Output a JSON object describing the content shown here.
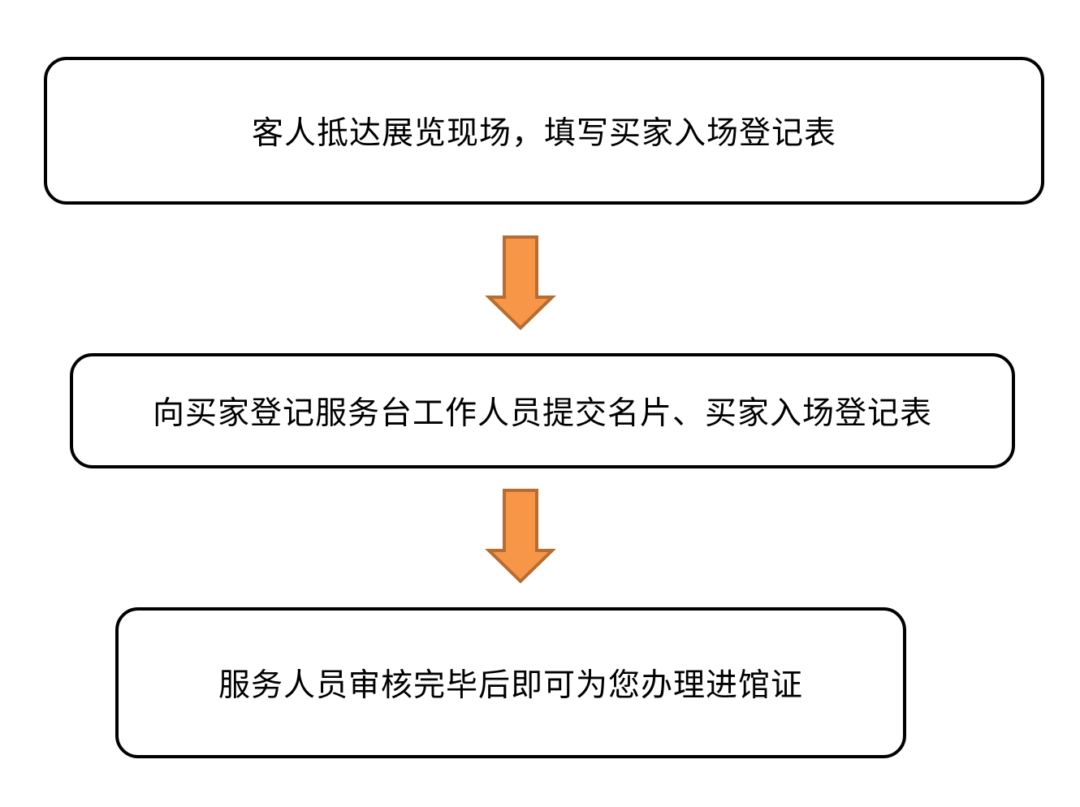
{
  "flowchart": {
    "steps": [
      {
        "text": "客人抵达展览现场，填写买家入场登记表"
      },
      {
        "text": "向买家登记服务台工作人员提交名片、买家入场登记表"
      },
      {
        "text": "服务人员审核完毕后即可为您办理进馆证"
      }
    ],
    "colors": {
      "box_border": "#000000",
      "box_fill": "#ffffff",
      "arrow_fill": "#f79646",
      "arrow_border": "#b66d31"
    },
    "arrow_icon": "down-arrow-icon"
  }
}
